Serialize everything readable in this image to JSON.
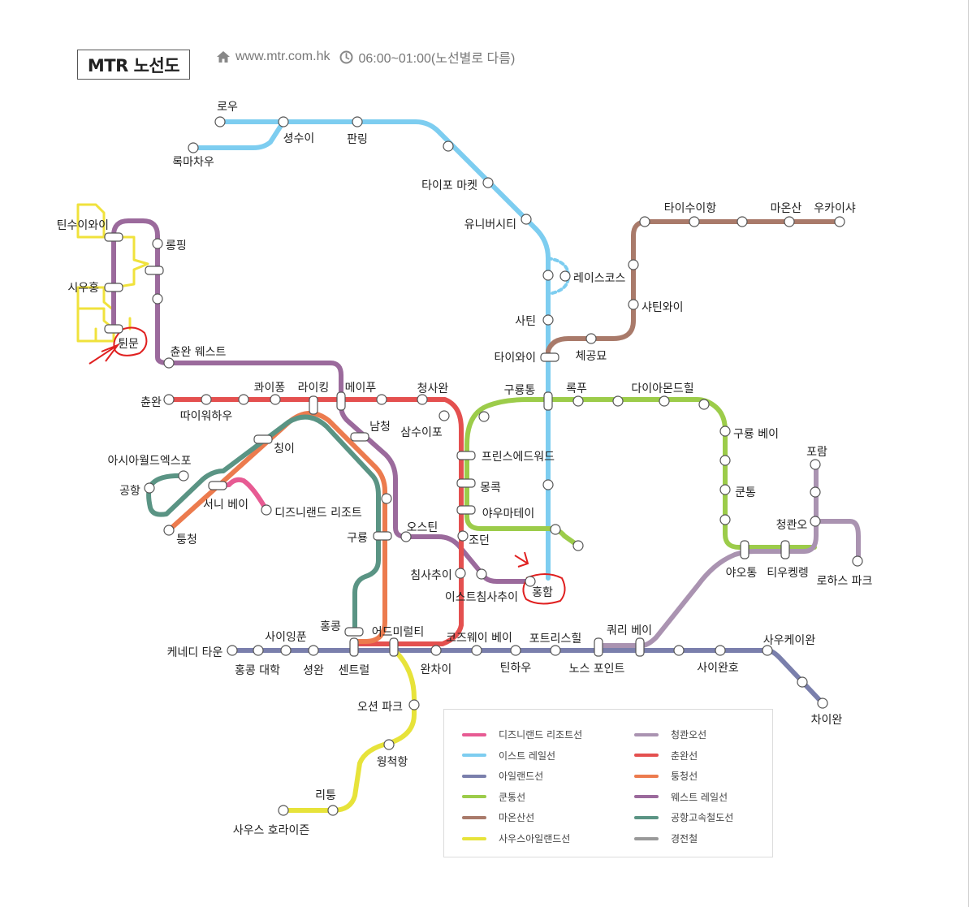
{
  "header": {
    "title": "MTR 노선도",
    "website": "www.mtr.com.hk",
    "hours": "06:00~01:00(노선별로 다름)",
    "home_icon": "home-icon",
    "clock_icon": "clock-icon"
  },
  "colors": {
    "disney": "#e75b93",
    "east": "#7dcdf0",
    "island": "#7a7fac",
    "kwuntong": "#9ccc4a",
    "maonshan": "#a97a6a",
    "southisland": "#e7e33a",
    "tungchung": "#ec7b4e",
    "tsuenwan": "#e4504f",
    "tko": "#aa93b1",
    "westrail": "#9b6a9c",
    "airport": "#5a9484",
    "lightrail": "#999999",
    "annotation": "#e02020"
  },
  "legend": [
    {
      "label": "디즈니랜드 리조트선",
      "color": "#e75b93"
    },
    {
      "label": "이스트 레일선",
      "color": "#7dcdf0"
    },
    {
      "label": "아일랜드선",
      "color": "#7a7fac"
    },
    {
      "label": "쿤통선",
      "color": "#9ccc4a"
    },
    {
      "label": "마온산선",
      "color": "#a97a6a"
    },
    {
      "label": "사우스아일랜드선",
      "color": "#e7e33a"
    },
    {
      "label": "청콴오선",
      "color": "#aa93b1"
    },
    {
      "label": "춘완선",
      "color": "#e4504f"
    },
    {
      "label": "퉁청선",
      "color": "#ec7b4e"
    },
    {
      "label": "웨스트 레일선",
      "color": "#9b6a9c"
    },
    {
      "label": "공항고속철도선",
      "color": "#5a9484"
    },
    {
      "label": "경전철",
      "color": "#999999"
    }
  ],
  "stations": {
    "lowu": "로우",
    "lokmachau": "록마차우",
    "sheungshui": "셩수이",
    "fanling": "판링",
    "taipo": "타이포 마켓",
    "university": "유니버시티",
    "racecourse": "레이스코스",
    "shatin": "사틴",
    "taiwai": "타이와이",
    "kowloontong": "구룡통",
    "mongkok_e": "몽콕",
    "hunghom": "홍함",
    "eastsimshatsui": "이스트침사추이",
    "taisuihang": "타이수이항",
    "maonshan": "마온산",
    "wukaisha": "우카이샤",
    "shatinwai": "샤틴와이",
    "chekungtemple": "체공묘",
    "tuenmun": "튄문",
    "siuhong": "시우홍",
    "tinshuiwai": "틴수이와이",
    "longping": "롱핑",
    "tsuenwanwest": "츈완 웨스트",
    "namcheong": "남청",
    "austin": "오스틴",
    "meifoo": "메이푸",
    "tsuenwan": "츈완",
    "taiwohau": "따이워하우",
    "kwaifong": "콰이퐁",
    "laiking": "라이킹",
    "cheungshawan": "청사완",
    "shamshuipo": "삼수이포",
    "princeedward": "프린스에드워드",
    "yaumatei": "야우마테이",
    "jordan": "조던",
    "tsimshatsui": "침사추이",
    "admiralty": "어드미럴티",
    "central": "센트럴",
    "hongkong": "홍콩",
    "tsingyi": "칭이",
    "sunnybay": "서니 베이",
    "disneyland": "디즈니랜드 리조트",
    "airport": "공항",
    "asiaworldexpo": "아시아월드엑스포",
    "tungchung": "퉁청",
    "kowloon": "구룡",
    "lokfu": "록푸",
    "diamondhill": "다이아몬드힐",
    "kowloonbay": "구룡 베이",
    "kwuntong": "쿤통",
    "yautong": "야오통",
    "tiukengleng": "티우켕렝",
    "tseungkwano": "청콴오",
    "polam": "포람",
    "lohaspark": "로하스 파크",
    "kennedytown": "케네디 타운",
    "hku": "홍콩 대학",
    "saiyingpun": "사이잉푼",
    "sheungwan": "셩완",
    "wanchai": "완차이",
    "causewaybay": "코즈웨이 베이",
    "tinhau": "틴하우",
    "fortresshill": "포트리스힐",
    "northpoint": "노스 포인트",
    "quarrybay": "쿼리 베이",
    "saiwanho": "사이완호",
    "shaukeiwan": "사우케이완",
    "chaiwan": "차이완",
    "oceanpark": "오션 파크",
    "wongchukhang": "웡척항",
    "leitung": "리퉁",
    "southhorizons": "사우스 호라이즌"
  }
}
